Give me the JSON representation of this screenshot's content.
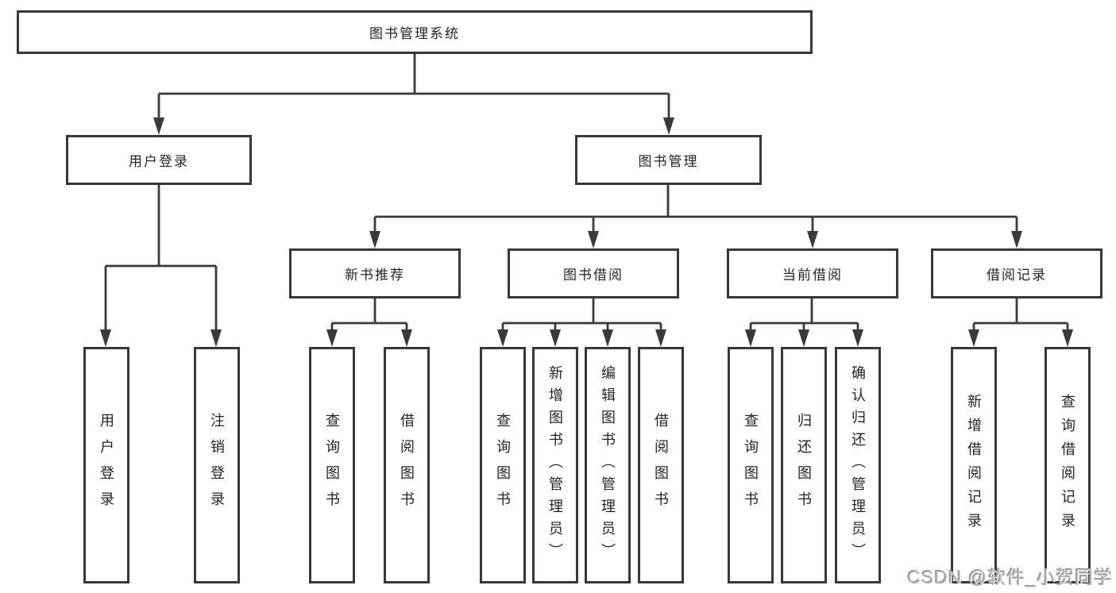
{
  "diagram": {
    "root": {
      "label": "图书管理系统"
    },
    "level2": [
      {
        "label": "用户登录"
      },
      {
        "label": "图书管理"
      }
    ],
    "level3": [
      {
        "label": "新书推荐"
      },
      {
        "label": "图书借阅"
      },
      {
        "label": "当前借阅"
      },
      {
        "label": "借阅记录"
      }
    ],
    "leaves": {
      "login": [
        "用户登录",
        "注销登录"
      ],
      "recommend": [
        "查询图书",
        "借阅图书"
      ],
      "borrow": [
        "查询图书",
        "新增图书（管理员）",
        "编辑图书（管理员）",
        "借阅图书"
      ],
      "current": [
        "查询图书",
        "归还图书",
        "确认归还（管理员）"
      ],
      "records": [
        "新增借阅记录",
        "查询借阅记录"
      ]
    }
  },
  "watermark": {
    "text": "CSDN @软件_小贺同学"
  },
  "colors": {
    "line": "#3a3a3a",
    "border": "#383838",
    "text": "#242424",
    "background": "#ffffff",
    "watermark": "#b3b3b3"
  }
}
